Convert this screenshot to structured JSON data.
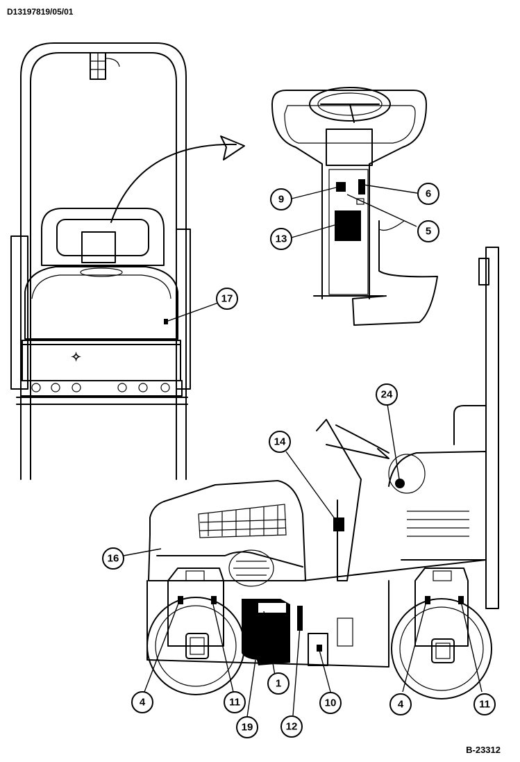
{
  "document_code": "D13197819/05/01",
  "figure_code": "B-23312",
  "callouts": [
    "9",
    "6",
    "5",
    "13",
    "17",
    "24",
    "14",
    "16",
    "1",
    "4",
    "11",
    "19",
    "12",
    "10",
    "4",
    "11"
  ]
}
